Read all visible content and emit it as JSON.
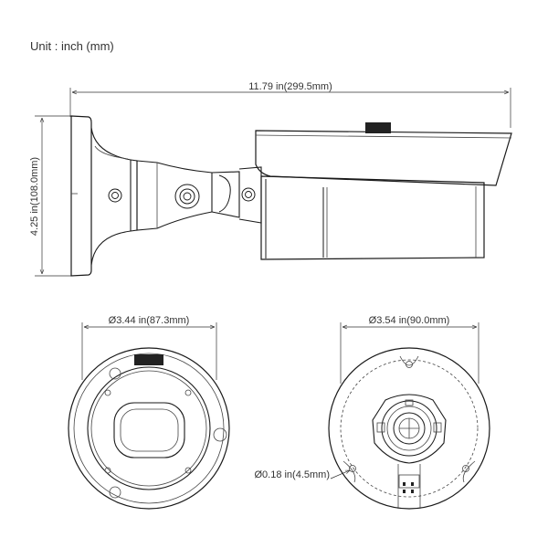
{
  "unit_label": "Unit : inch (mm)",
  "dimensions": {
    "overall_length": "11.79 in(299.5mm)",
    "height": "4.25 in(108.0mm)",
    "front_diameter": "Ø3.44 in(87.3mm)",
    "mount_diameter": "Ø3.54 in(90.0mm)",
    "hole_diameter": "Ø0.18 in(4.5mm)"
  },
  "colors": {
    "line": "#1a1a1a",
    "text": "#333333",
    "dark_fill": "#222222"
  }
}
